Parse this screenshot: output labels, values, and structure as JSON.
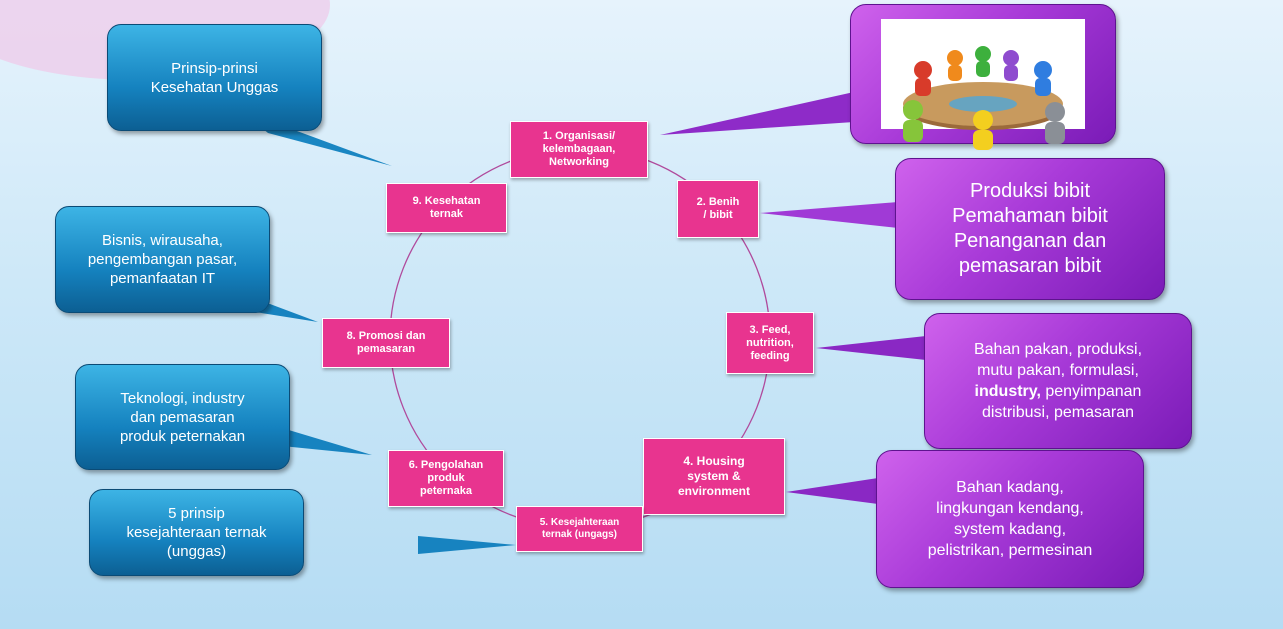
{
  "nodes": {
    "n1": "1. Organisasi/\nkelembagaan,\nNetworking",
    "n2": "2. Benih\n/ bibit",
    "n3": "3. Feed,\nnutrition,\nfeeding",
    "n4": "4. Housing\nsystem &\nenvironment",
    "n5": "5. Kesejahteraan\nternak (ungags)",
    "n6": "6. Pengolahan\nproduk\npeternaka",
    "n8": "8. Promosi dan\npemasaran",
    "n9": "9. Kesehatan\nternak"
  },
  "callouts": {
    "kesehatan": "Prinsip-prinsi\nKesehatan Unggas",
    "bisnis": "Bisnis, wirausaha,\npengembangan pasar,\npemanfaatan IT",
    "teknologi": "Teknologi, industry\ndan pemasaran\nproduk peternakan",
    "kesejahteraan": "5 prinsip\nkesejahteraan ternak\n(unggas)",
    "bibit": "Produksi bibit\nPemahaman bibit\nPenanganan dan\npemasaran bibit",
    "pakan_before": "Bahan pakan, produksi,\nmutu pakan, formulasi,\n",
    "pakan_bold": "industry,",
    "pakan_after": " penyimpanan\ndistribusi, pemasaran",
    "kandang": "Bahan kadang,\nlingkungan kendang,\nsystem kadang,\npelistrikan, permesinan"
  },
  "colors": {
    "node": "#e8348f",
    "ring": "#b04a9c",
    "blue_callout": "#1582bf",
    "purple_callout": "#a83ad8"
  },
  "icons": {
    "meeting": "meeting-table-illustration"
  }
}
